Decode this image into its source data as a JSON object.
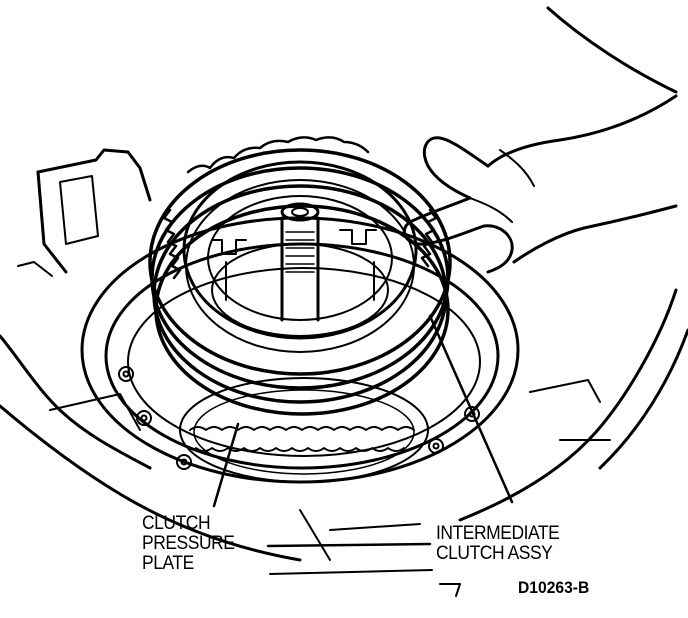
{
  "labels": {
    "clutch_pressure_plate": [
      "CLUTCH",
      "PRESSURE",
      "PLATE"
    ],
    "intermediate_clutch_assy": [
      "INTERMEDIATE",
      "CLUTCH ASSY"
    ],
    "figure_id": "D10263-B"
  },
  "colors": {
    "ink": "#000000",
    "paper": "#ffffff"
  }
}
